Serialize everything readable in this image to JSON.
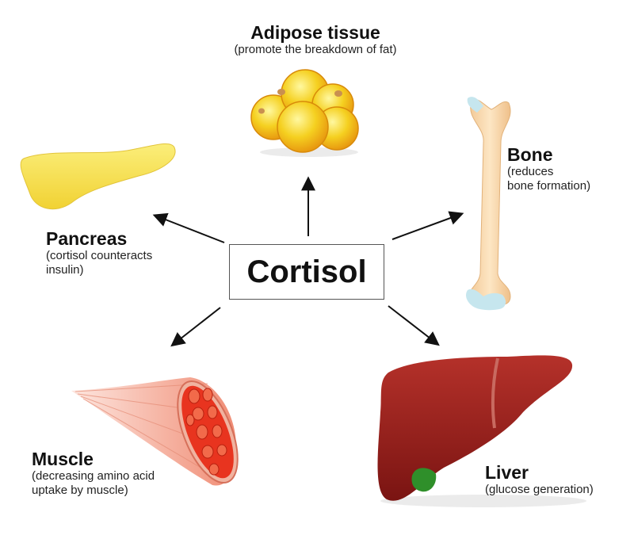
{
  "center": {
    "label": "Cortisol"
  },
  "targets": [
    {
      "id": "adipose",
      "title": "Adipose tissue",
      "desc": "(promote the breakdown of fat)"
    },
    {
      "id": "bone",
      "title": "Bone",
      "desc": "(reduces\nbone formation)"
    },
    {
      "id": "pancreas",
      "title": "Pancreas",
      "desc": "(cortisol counteracts\ninsulin)"
    },
    {
      "id": "muscle",
      "title": "Muscle",
      "desc": "(decreasing amino acid\nuptake by muscle)"
    },
    {
      "id": "liver",
      "title": "Liver",
      "desc": "(glucose generation)"
    }
  ],
  "colors": {
    "fat_cell": "#f5c518",
    "bone": "#f9ddb3",
    "cartilage": "#c6e6ee",
    "pancreas": "#f7e15a",
    "muscle_fiber": "#f3a08a",
    "muscle_core": "#e8341f",
    "liver": "#9a1d1b",
    "gallbladder": "#2f8f2a"
  }
}
